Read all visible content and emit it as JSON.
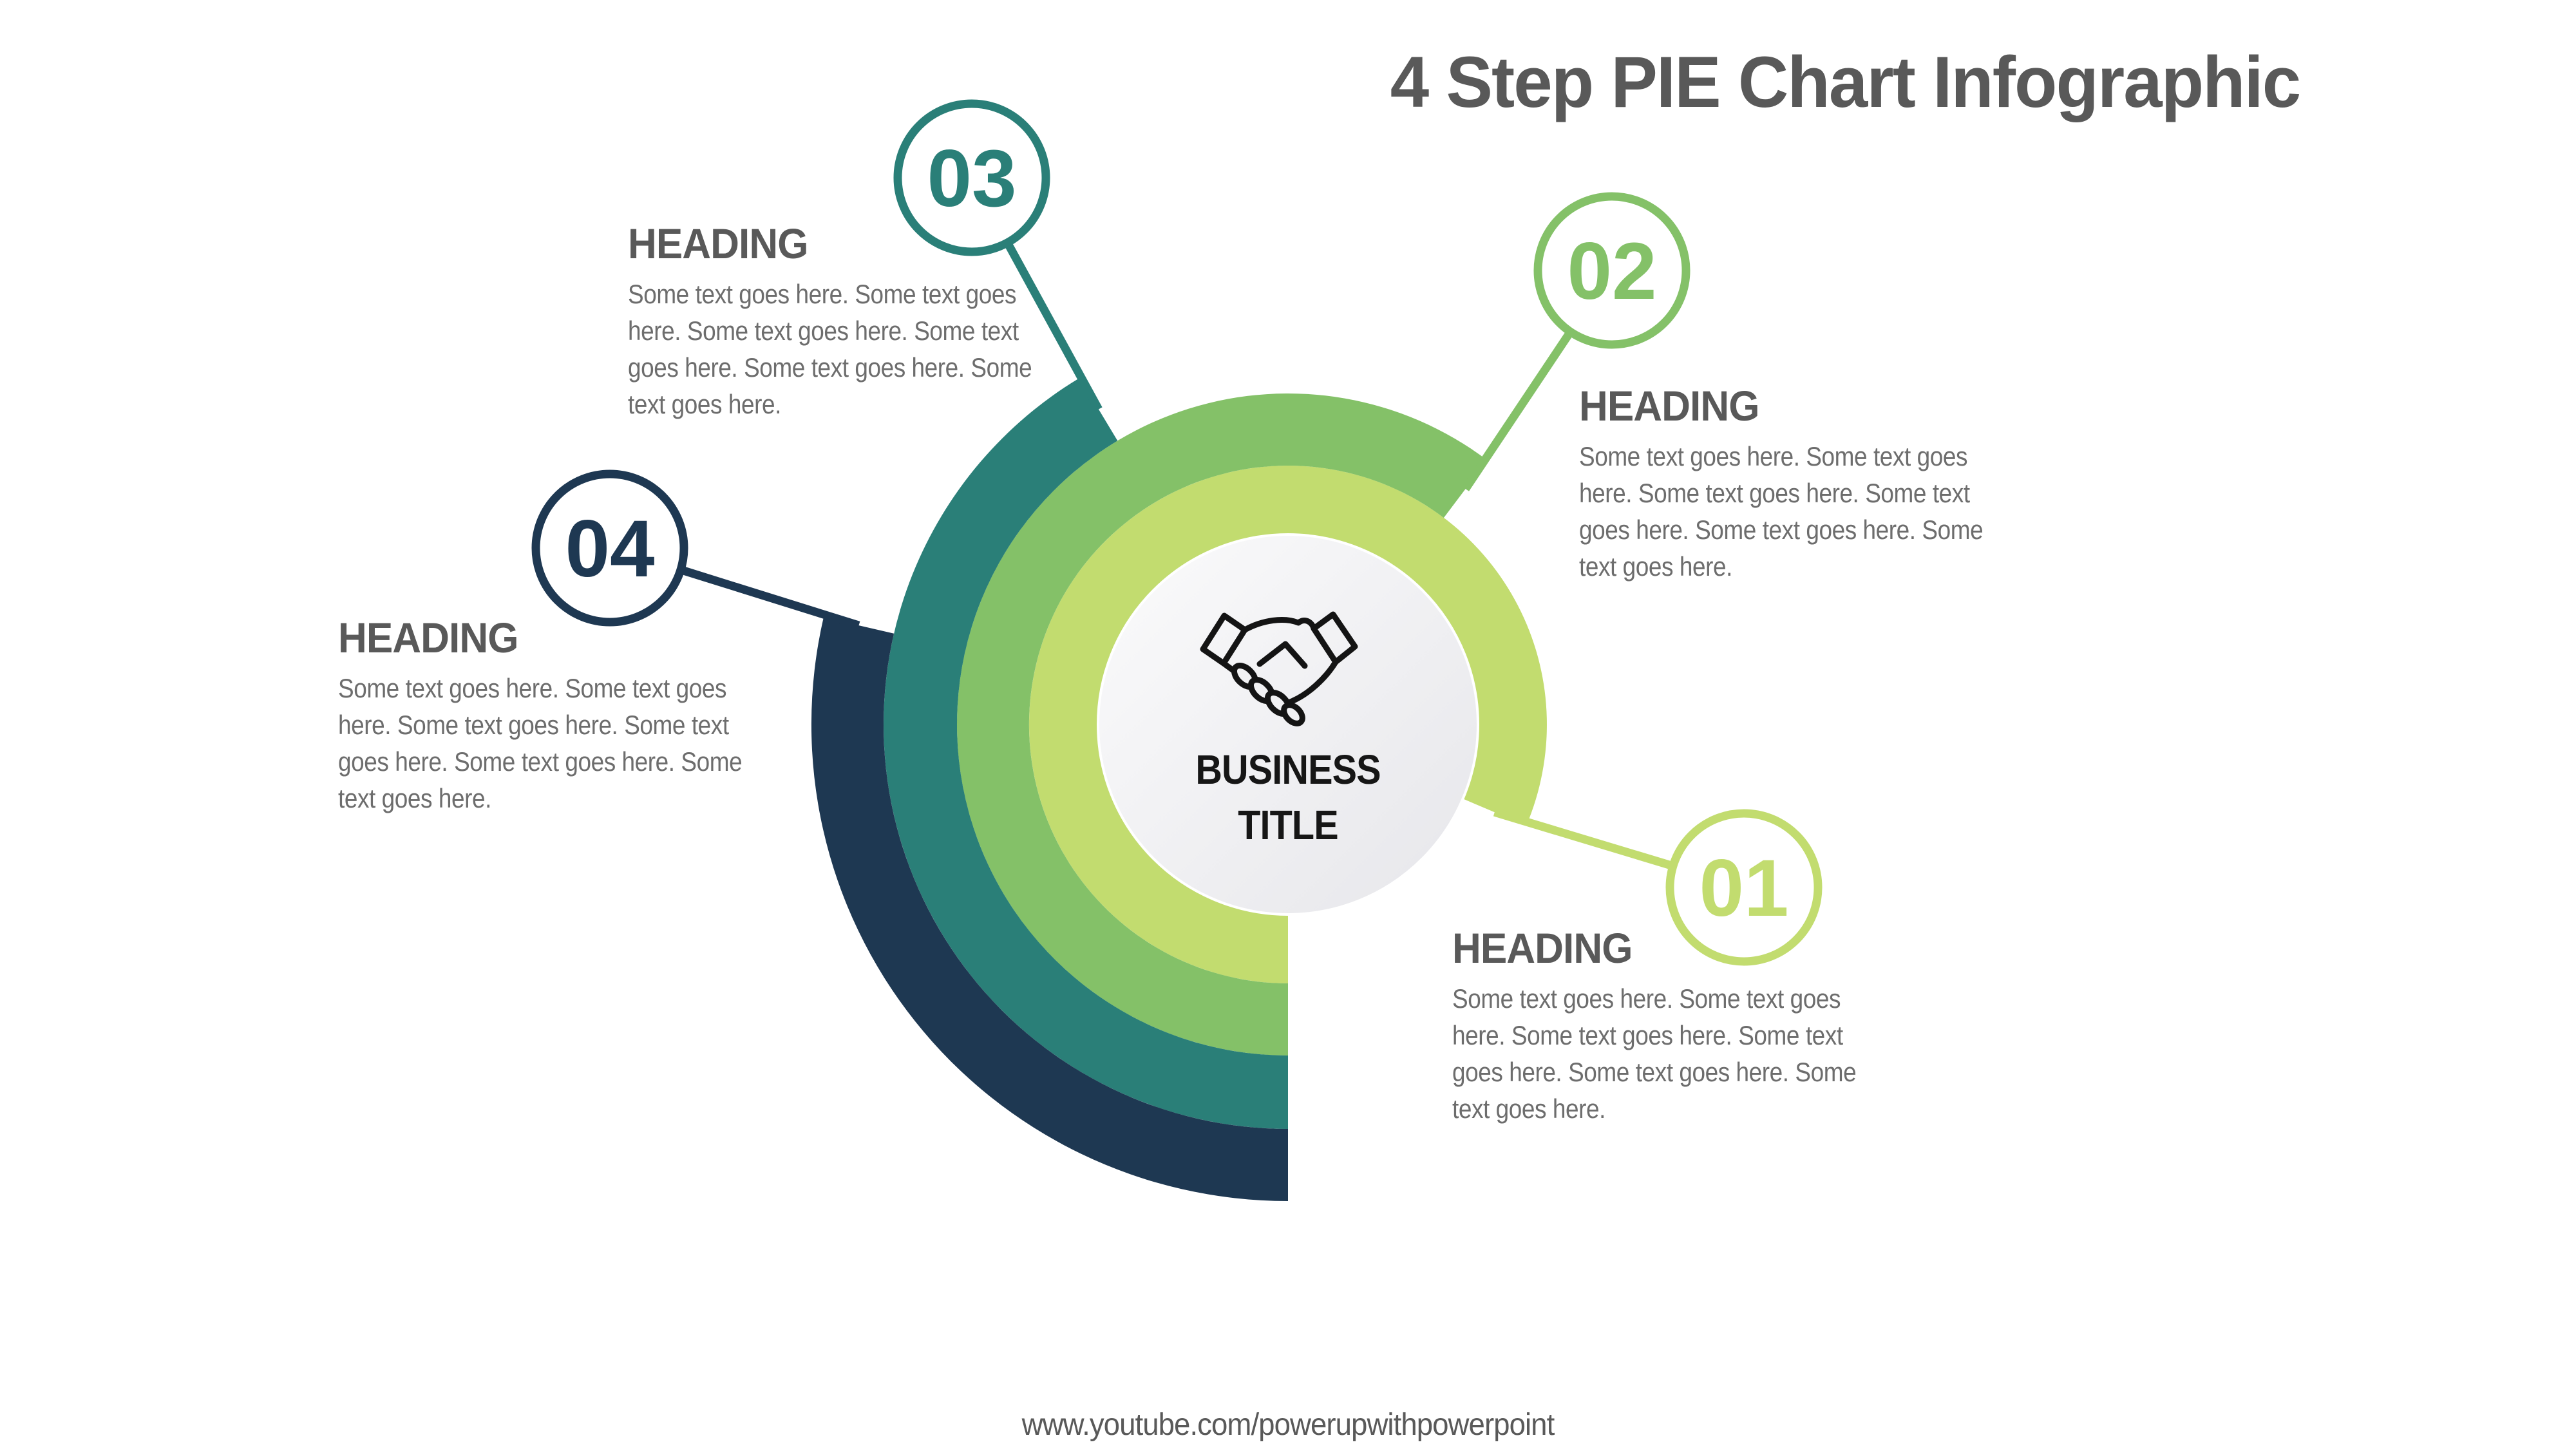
{
  "title": "4 Step PIE Chart Infographic",
  "footer": "www.youtube.com/powerupwithpowerpoint",
  "center": {
    "icon": "handshake-icon",
    "title_line1": "BUSINESS",
    "title_line2": "TITLE",
    "bg_gradient_from": "#fbfbfc",
    "bg_gradient_to": "#e6e6ea"
  },
  "colors": {
    "background": "#ffffff",
    "title_text": "#595959",
    "heading_text": "#595959",
    "body_text": "#6d6d6d",
    "center_text": "#161616",
    "icon_stroke": "#141414"
  },
  "steps": [
    {
      "number": "01",
      "heading": "HEADING",
      "color": "#c2dc6f",
      "body_lines": [
        "Some text goes here. Some text goes",
        "here. Some text goes here. Some text",
        "goes here. Some text goes here. Some",
        "text goes here."
      ]
    },
    {
      "number": "02",
      "heading": "HEADING",
      "color": "#84c168",
      "body_lines": [
        "Some text goes here. Some text goes",
        "here. Some text goes here. Some text",
        "goes here. Some text goes here. Some",
        "text goes here."
      ]
    },
    {
      "number": "03",
      "heading": "HEADING",
      "color": "#2a7f78",
      "body_lines": [
        "Some text goes here. Some text goes",
        "here. Some text goes here. Some text",
        "goes here. Some text goes here. Some",
        "text goes here."
      ]
    },
    {
      "number": "04",
      "heading": "HEADING",
      "color": "#1e3852",
      "body_lines": [
        "Some text goes here. Some text goes",
        "here. Some text goes here. Some text",
        "goes here. Some text goes here. Some",
        "text goes here."
      ]
    }
  ]
}
